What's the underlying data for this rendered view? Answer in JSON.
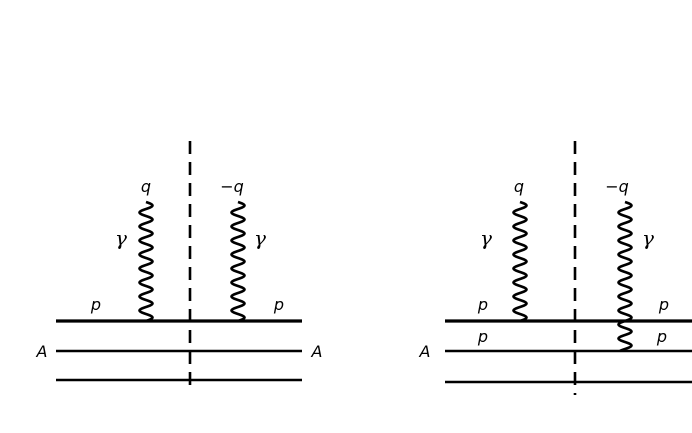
{
  "diagrams": [
    {
      "labels": {
        "photon_left_momentum": "q",
        "photon_right_momentum": "−q",
        "photon_left_symbol": "γ",
        "photon_right_symbol": "γ",
        "line_top_left": "p",
        "line_top_right": "p",
        "line_mid_left": "A",
        "line_mid_right": "A"
      }
    },
    {
      "labels": {
        "photon_left_momentum": "q",
        "photon_right_momentum": "−q",
        "photon_left_symbol": "γ",
        "photon_right_symbol": "γ",
        "line_top_left": "p",
        "line_top_right": "p",
        "line_mid_left_p": "p",
        "line_mid_right_p": "p",
        "line_mid_outer": "A"
      }
    }
  ],
  "colors": {
    "ink": "#000000",
    "background": "#ffffff"
  }
}
